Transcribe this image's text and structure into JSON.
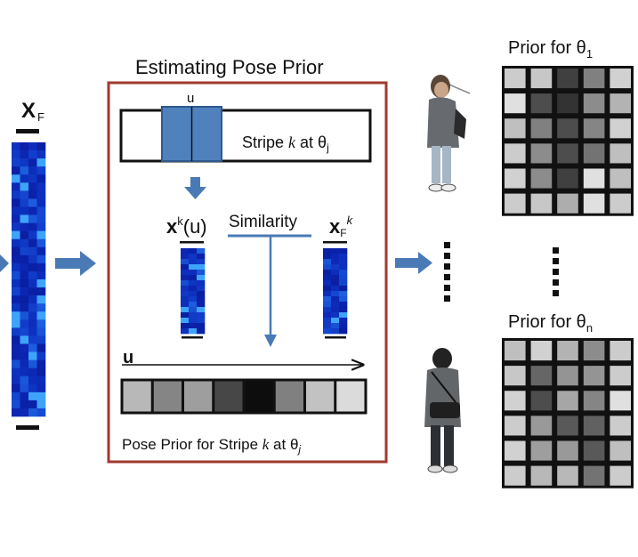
{
  "labels": {
    "feature_label": "X",
    "feature_sub": "F",
    "box_title": "Estimating Pose Prior",
    "window_label": "u",
    "stripe_text_a": "Stripe ",
    "stripe_text_k": "k",
    "stripe_text_b": " at θ",
    "stripe_text_sub": "j",
    "xk_bold": "x",
    "xk_sup": "k",
    "xk_paren": "(u)",
    "similarity": "Similarity",
    "xf_bold": "x",
    "xf_sub": "F",
    "xf_sup": "k",
    "axis_u": "u",
    "caption_a": "Pose Prior for Stripe ",
    "caption_k": "k",
    "caption_b": " at θ",
    "caption_sub": "j",
    "prior1_a": "Prior for θ",
    "prior1_sub": "1",
    "priorn_a": "Prior for θ",
    "priorn_sub": "n"
  },
  "colors": {
    "frame": "#a0392f",
    "arrow": "#4a7ab5",
    "window": "#4f81bd"
  },
  "prior_strip_gray": [
    0.72,
    0.52,
    0.62,
    0.28,
    0.05,
    0.5,
    0.76,
    0.86
  ],
  "prior_theta1": [
    [
      0.8,
      0.78,
      0.25,
      0.5,
      0.82
    ],
    [
      0.88,
      0.3,
      0.2,
      0.55,
      0.7
    ],
    [
      0.75,
      0.5,
      0.3,
      0.52,
      0.82
    ],
    [
      0.8,
      0.55,
      0.3,
      0.45,
      0.75
    ],
    [
      0.82,
      0.55,
      0.25,
      0.88,
      0.75
    ],
    [
      0.8,
      0.78,
      0.68,
      0.88,
      0.8
    ]
  ],
  "prior_thetan": [
    [
      0.75,
      0.82,
      0.7,
      0.55,
      0.8
    ],
    [
      0.78,
      0.4,
      0.58,
      0.58,
      0.8
    ],
    [
      0.82,
      0.3,
      0.65,
      0.52,
      0.88
    ],
    [
      0.8,
      0.6,
      0.35,
      0.38,
      0.8
    ],
    [
      0.82,
      0.62,
      0.6,
      0.35,
      0.75
    ],
    [
      0.8,
      0.72,
      0.72,
      0.45,
      0.8
    ]
  ]
}
